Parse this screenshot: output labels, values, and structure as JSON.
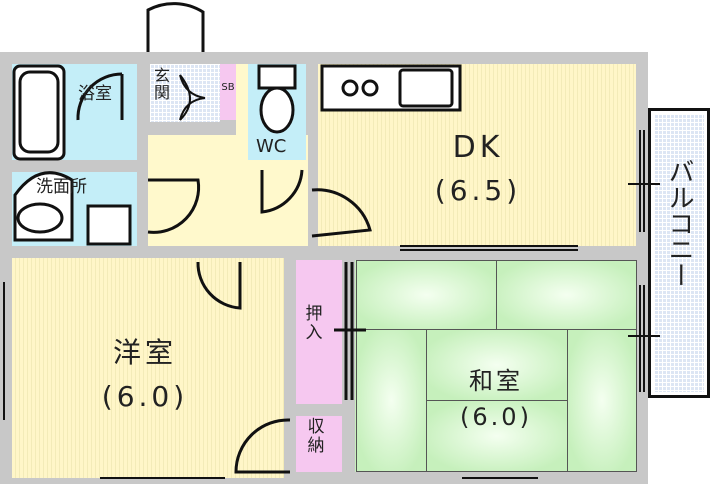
{
  "rooms": {
    "bath": "浴室",
    "washroom": "洗面所",
    "entrance": "玄関",
    "shoe_box": "SB",
    "toilet": "WC",
    "dk": {
      "name": "DK",
      "size": "(6.5)"
    },
    "western": {
      "name": "洋室",
      "size": "(6.0)"
    },
    "japanese": {
      "name": "和室",
      "size": "(6.0)"
    },
    "closet": "押入",
    "storage": "収納",
    "balcony": "バルコニー"
  },
  "colors": {
    "wet_area": "#c4eef8",
    "hallway": "#fff9cc",
    "storage": "#f6c8f0",
    "tatami": "#c6f0bc",
    "wall": "#c8c8c8"
  }
}
